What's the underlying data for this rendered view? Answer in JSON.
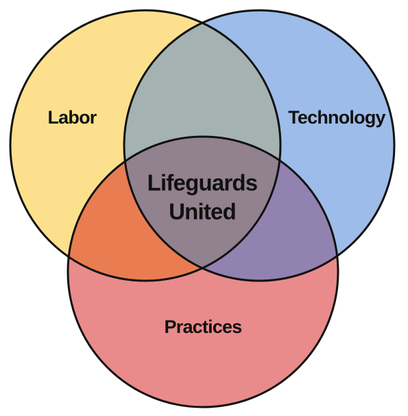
{
  "diagram": {
    "sets": [
      {
        "label": "Labor",
        "color": "#fde08e"
      },
      {
        "label": "Technology",
        "color": "#9dbce9"
      },
      {
        "label": "Practices",
        "color": "#e98b8b"
      }
    ],
    "center": {
      "line1": "Lifeguards",
      "line2": "United"
    },
    "overlap_colors": {
      "labor_technology": "#a5b2b2",
      "labor_practices": "#e97d51",
      "technology_practices": "#9282b0",
      "all_three": "#92818f"
    }
  }
}
